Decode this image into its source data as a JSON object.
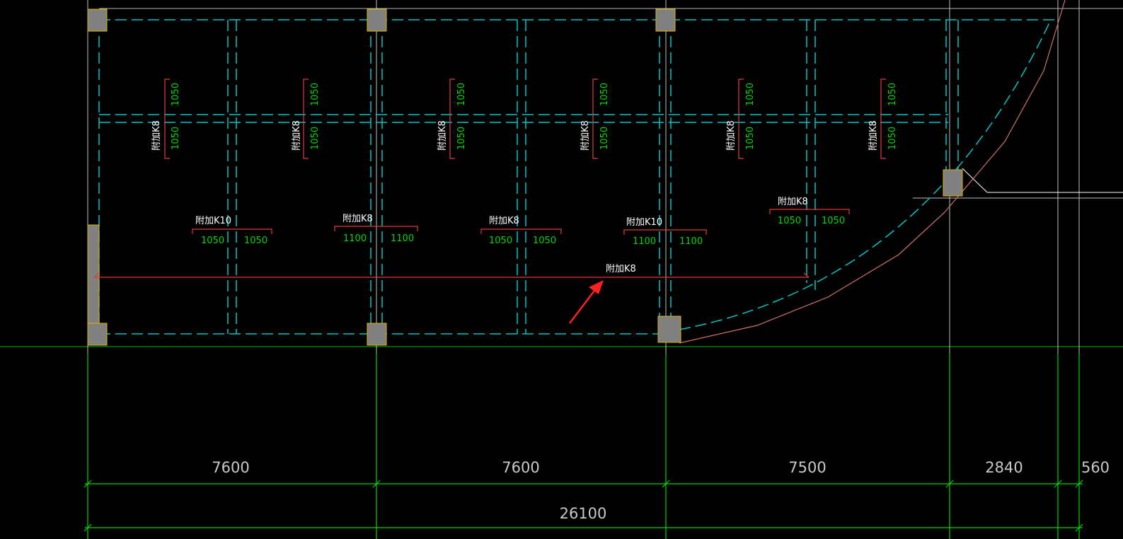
{
  "colors": {
    "background": "#000000",
    "axis_line": "#00ff00",
    "beam_dashed": "#00c8c8",
    "column_fill": "#808080",
    "column_edge": "#e0b000",
    "rebar_line": "#e03c3c",
    "arrow": "#ff2020",
    "label_white": "#ffffff",
    "label_green": "#00d800",
    "dimension_text": "#c8c8c8"
  },
  "vertical_labels": [
    {
      "label": "附加K8",
      "upper_length": "1050",
      "lower_length": "1050"
    },
    {
      "label": "附加K8",
      "upper_length": "1050",
      "lower_length": "1050"
    },
    {
      "label": "附加K8",
      "upper_length": "1050",
      "lower_length": "1050"
    },
    {
      "label": "附加K8",
      "upper_length": "1050",
      "lower_length": "1050"
    },
    {
      "label": "附加K8",
      "upper_length": "1050",
      "lower_length": "1050"
    },
    {
      "label": "附加K8",
      "upper_length": "1050",
      "lower_length": "1050"
    }
  ],
  "horizontal_labels": [
    {
      "label": "附加K10",
      "left_length": "1050",
      "right_length": "1050"
    },
    {
      "label": "附加K8",
      "left_length": "1100",
      "right_length": "1100"
    },
    {
      "label": "附加K8",
      "left_length": "1050",
      "right_length": "1050"
    },
    {
      "label": "附加K10",
      "left_length": "1100",
      "right_length": "1100"
    },
    {
      "label": "附加K8",
      "left_length": "1050",
      "right_length": "1050"
    }
  ],
  "long_bar_label": "附加K8",
  "dimensions": {
    "segments": [
      "7600",
      "7600",
      "7500",
      "2840",
      "560"
    ],
    "total": "26100"
  },
  "icons": {
    "annotation_arrow": "arrow-icon"
  }
}
